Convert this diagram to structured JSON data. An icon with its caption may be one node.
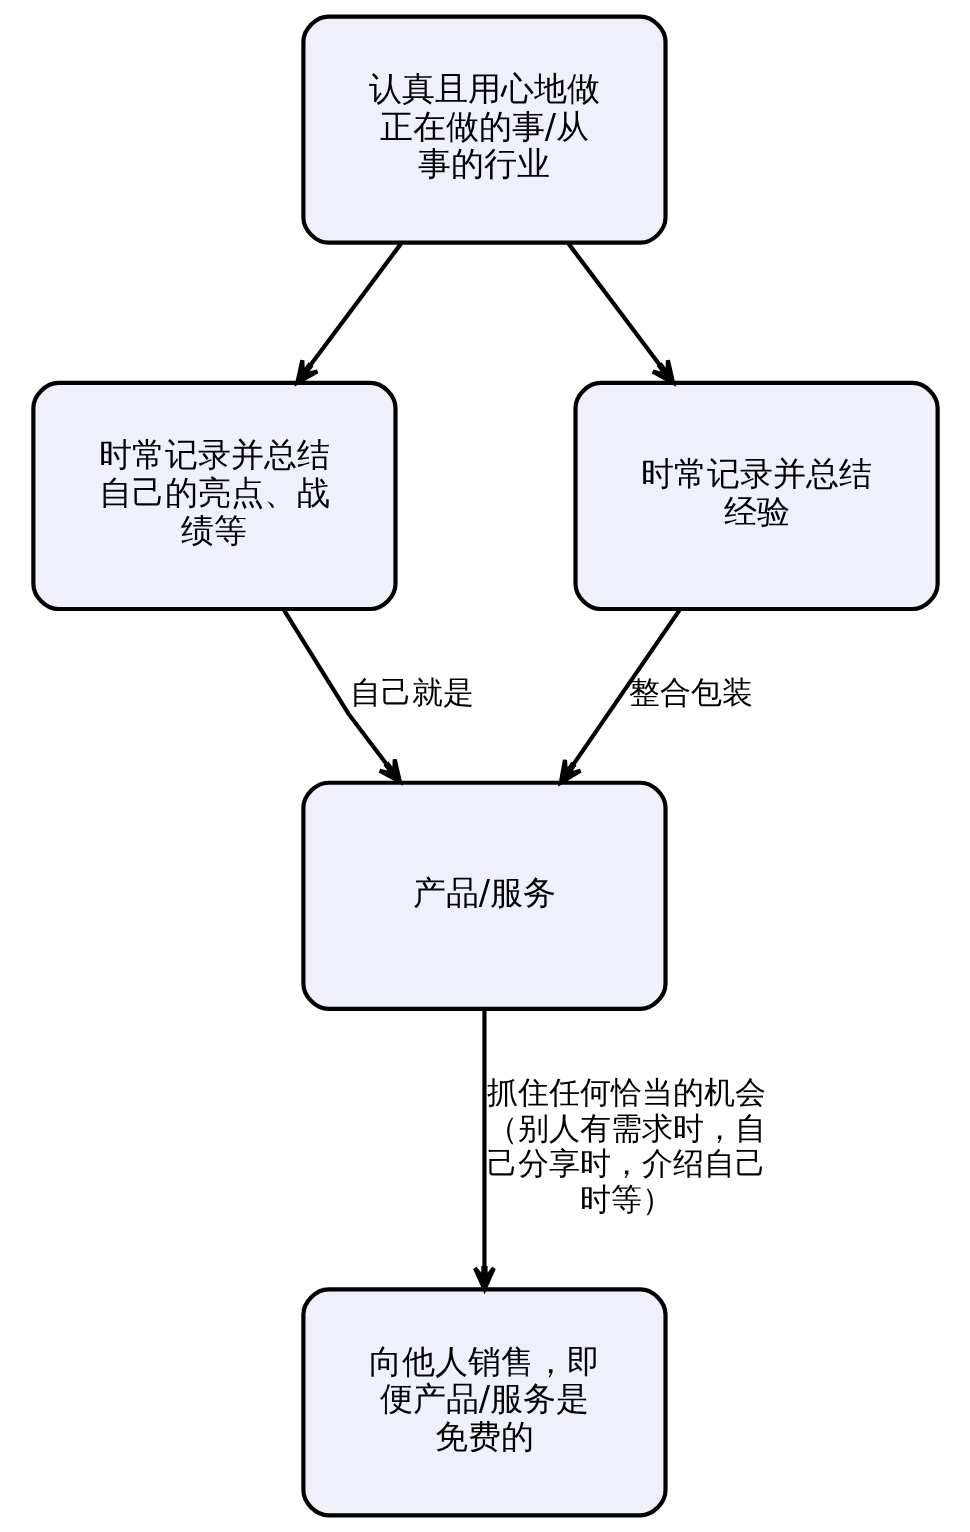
{
  "diagram": {
    "nodes": [
      {
        "text": [
          "认真且用心地做正在做的事/从事的行业"
        ]
      },
      {
        "text": [
          "时常记录并总结自己的亮点、战绩等"
        ]
      },
      {
        "text": [
          "时常记录并总结经验"
        ]
      },
      {
        "text": [
          "产品/服务"
        ]
      },
      {
        "text": [
          "向他人销售，即便产品/服务是免费的"
        ]
      }
    ],
    "edges": [
      {
        "from": 0,
        "to": 1,
        "arrow": "to"
      },
      {
        "from": 0,
        "to": 2,
        "arrow": "to"
      },
      {
        "from": 1,
        "to": 3,
        "arrow": "to",
        "label": "自己就是"
      },
      {
        "from": 2,
        "to": 3,
        "arrow": "to",
        "label": "整合包装"
      },
      {
        "from": 3,
        "to": 4,
        "arrow": "to",
        "label": "抓住任何恰当的机会（别人有需求时，自己分享时，介绍自己时等）"
      }
    ]
  }
}
